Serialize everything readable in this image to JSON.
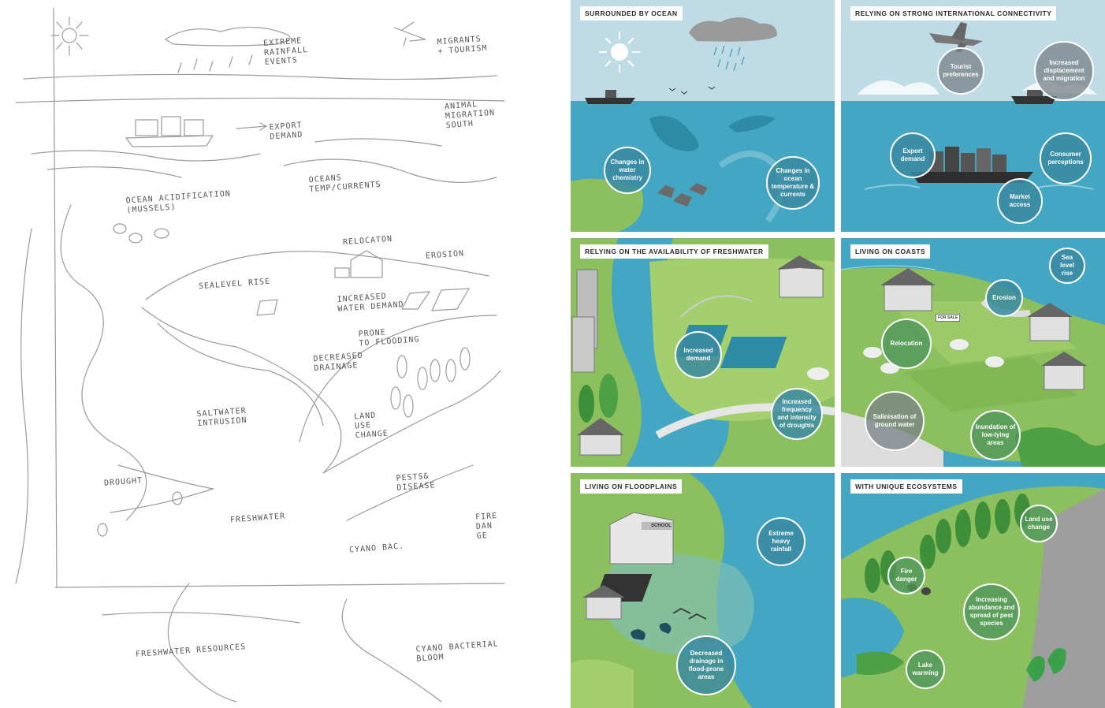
{
  "sketch": {
    "labels": [
      {
        "id": "rainfall",
        "text": "Extreme\nrainfall\nevents"
      },
      {
        "id": "migrants",
        "text": "Migrants\n+ tourism"
      },
      {
        "id": "animal",
        "text": "Animal\nmigration\nsouth"
      },
      {
        "id": "export",
        "text": "Export\ndemand"
      },
      {
        "id": "ocean_temp",
        "text": "Oceans\ntemp/currents"
      },
      {
        "id": "acid",
        "text": "Ocean acidification\n(mussels)"
      },
      {
        "id": "relocation",
        "text": "Relocaton"
      },
      {
        "id": "erosion",
        "text": "Erosion"
      },
      {
        "id": "sealevel",
        "text": "Sealevel rise"
      },
      {
        "id": "water_demand",
        "text": "Increased\nwater demand"
      },
      {
        "id": "flooding",
        "text": "Prone\nto flooding"
      },
      {
        "id": "drainage",
        "text": "Decreased\ndrainage"
      },
      {
        "id": "saltwater",
        "text": "Saltwater\nintrusion"
      },
      {
        "id": "landuse",
        "text": "Land\nuse\nchange"
      },
      {
        "id": "pests",
        "text": "Pests&\ndisease"
      },
      {
        "id": "drought",
        "text": "Drought"
      },
      {
        "id": "freshwater",
        "text": "Freshwater"
      },
      {
        "id": "cyano",
        "text": "Cyano bac."
      },
      {
        "id": "fire",
        "text": "Fire\ndan\nge"
      },
      {
        "id": "resources",
        "text": "Freshwater resources"
      },
      {
        "id": "bloom",
        "text": "Cyano bacterial\nbloom"
      }
    ]
  },
  "panels": {
    "ocean": {
      "title": "Surrounded by ocean",
      "bubbles": [
        "Changes in water chemistry",
        "Changes in ocean temperature & currents"
      ]
    },
    "connectivity": {
      "title": "Relying on strong international connectivity",
      "bubbles": [
        "Tourist preferences",
        "Increased displacement and migration",
        "Export demand",
        "Consumer perceptions",
        "Market access"
      ]
    },
    "freshwater": {
      "title": "Relying on the availability of freshwater",
      "bubbles": [
        "Increased demand",
        "Increased frequency and intensity of droughts"
      ]
    },
    "coasts": {
      "title": "Living on coasts",
      "bubbles": [
        "Sea level rise",
        "Erosion",
        "Relocation",
        "Salinisation of ground water",
        "Inundation of low-lying areas"
      ],
      "sign": "For sale"
    },
    "floodplains": {
      "title": "Living on floodplains",
      "bubbles": [
        "Extreme heavy rainfall",
        "Decreased drainage in flood-prone areas"
      ],
      "sign": "School"
    },
    "ecosystems": {
      "title": "With unique ecosystems",
      "bubbles": [
        "Land use change",
        "Fire danger",
        "Increasing abundance and spread of pest species",
        "Lake warming"
      ]
    }
  },
  "colors": {
    "sea": "#43a6c2",
    "sky": "#bfdbe5",
    "land": "#8cbf5e",
    "bubble": "#3a8aa0"
  }
}
